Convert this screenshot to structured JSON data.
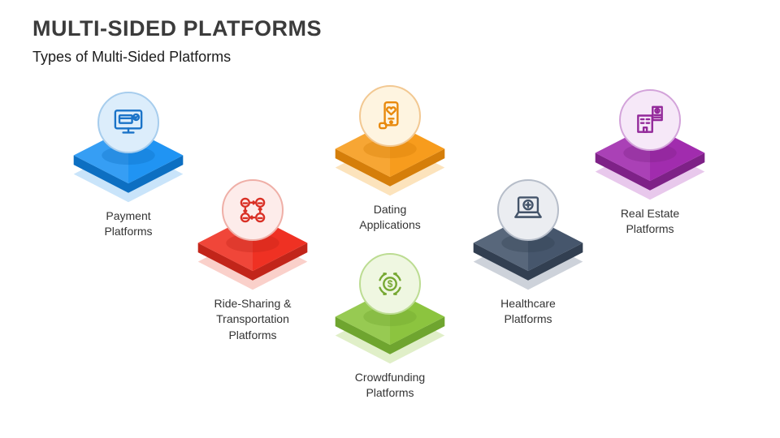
{
  "slide": {
    "title": "MULTI-SIDED PLATFORMS",
    "subtitle": "Types of Multi-Sided Platforms",
    "background": "#FFFFFF",
    "title_color": "#3B3B3B",
    "label_color": "#333333"
  },
  "platforms": [
    {
      "id": "payment",
      "label": "Payment\nPlatforms",
      "icon": "payment-monitor-icon",
      "colors": {
        "top": "#2094F3",
        "side": "#0D6FC2",
        "shadow": "#C9E4FA",
        "pale": "#DCEDFB",
        "border": "#A7CDED",
        "ink": "#1A73C8"
      }
    },
    {
      "id": "ride-sharing",
      "label": "Ride-Sharing &\nTransportation\nPlatforms",
      "icon": "ride-sharing-icon",
      "colors": {
        "top": "#EF3123",
        "side": "#C2251A",
        "shadow": "#FAD0CA",
        "pale": "#FDECEA",
        "border": "#EFAFA7",
        "ink": "#D93025"
      }
    },
    {
      "id": "dating",
      "label": "Dating\nApplications",
      "icon": "dating-phone-icon",
      "colors": {
        "top": "#F79C1D",
        "side": "#D57E0A",
        "shadow": "#FCE3BC",
        "pale": "#FEF4E0",
        "border": "#F2C892",
        "ink": "#E8890C"
      }
    },
    {
      "id": "crowdfunding",
      "label": "Crowdfunding\nPlatforms",
      "icon": "crowdfunding-icon",
      "icon_glyph": "$",
      "colors": {
        "top": "#8CC43F",
        "side": "#6FA52F",
        "shadow": "#E0EFC8",
        "pale": "#EFF7E1",
        "border": "#BCDC92",
        "ink": "#76A832"
      }
    },
    {
      "id": "healthcare",
      "label": "Healthcare\nPlatforms",
      "icon": "healthcare-laptop-icon",
      "colors": {
        "top": "#46566C",
        "side": "#323F51",
        "shadow": "#CDD2DA",
        "pale": "#EBEDF1",
        "border": "#B6BDC9",
        "ink": "#44546A"
      }
    },
    {
      "id": "real-estate",
      "label": "Real Estate\nPlatforms",
      "icon": "real-estate-icon",
      "colors": {
        "top": "#A12CAE",
        "side": "#7E2187",
        "shadow": "#E8C8EC",
        "pale": "#F6E8F8",
        "border": "#D3A3DA",
        "ink": "#93299A"
      }
    }
  ]
}
